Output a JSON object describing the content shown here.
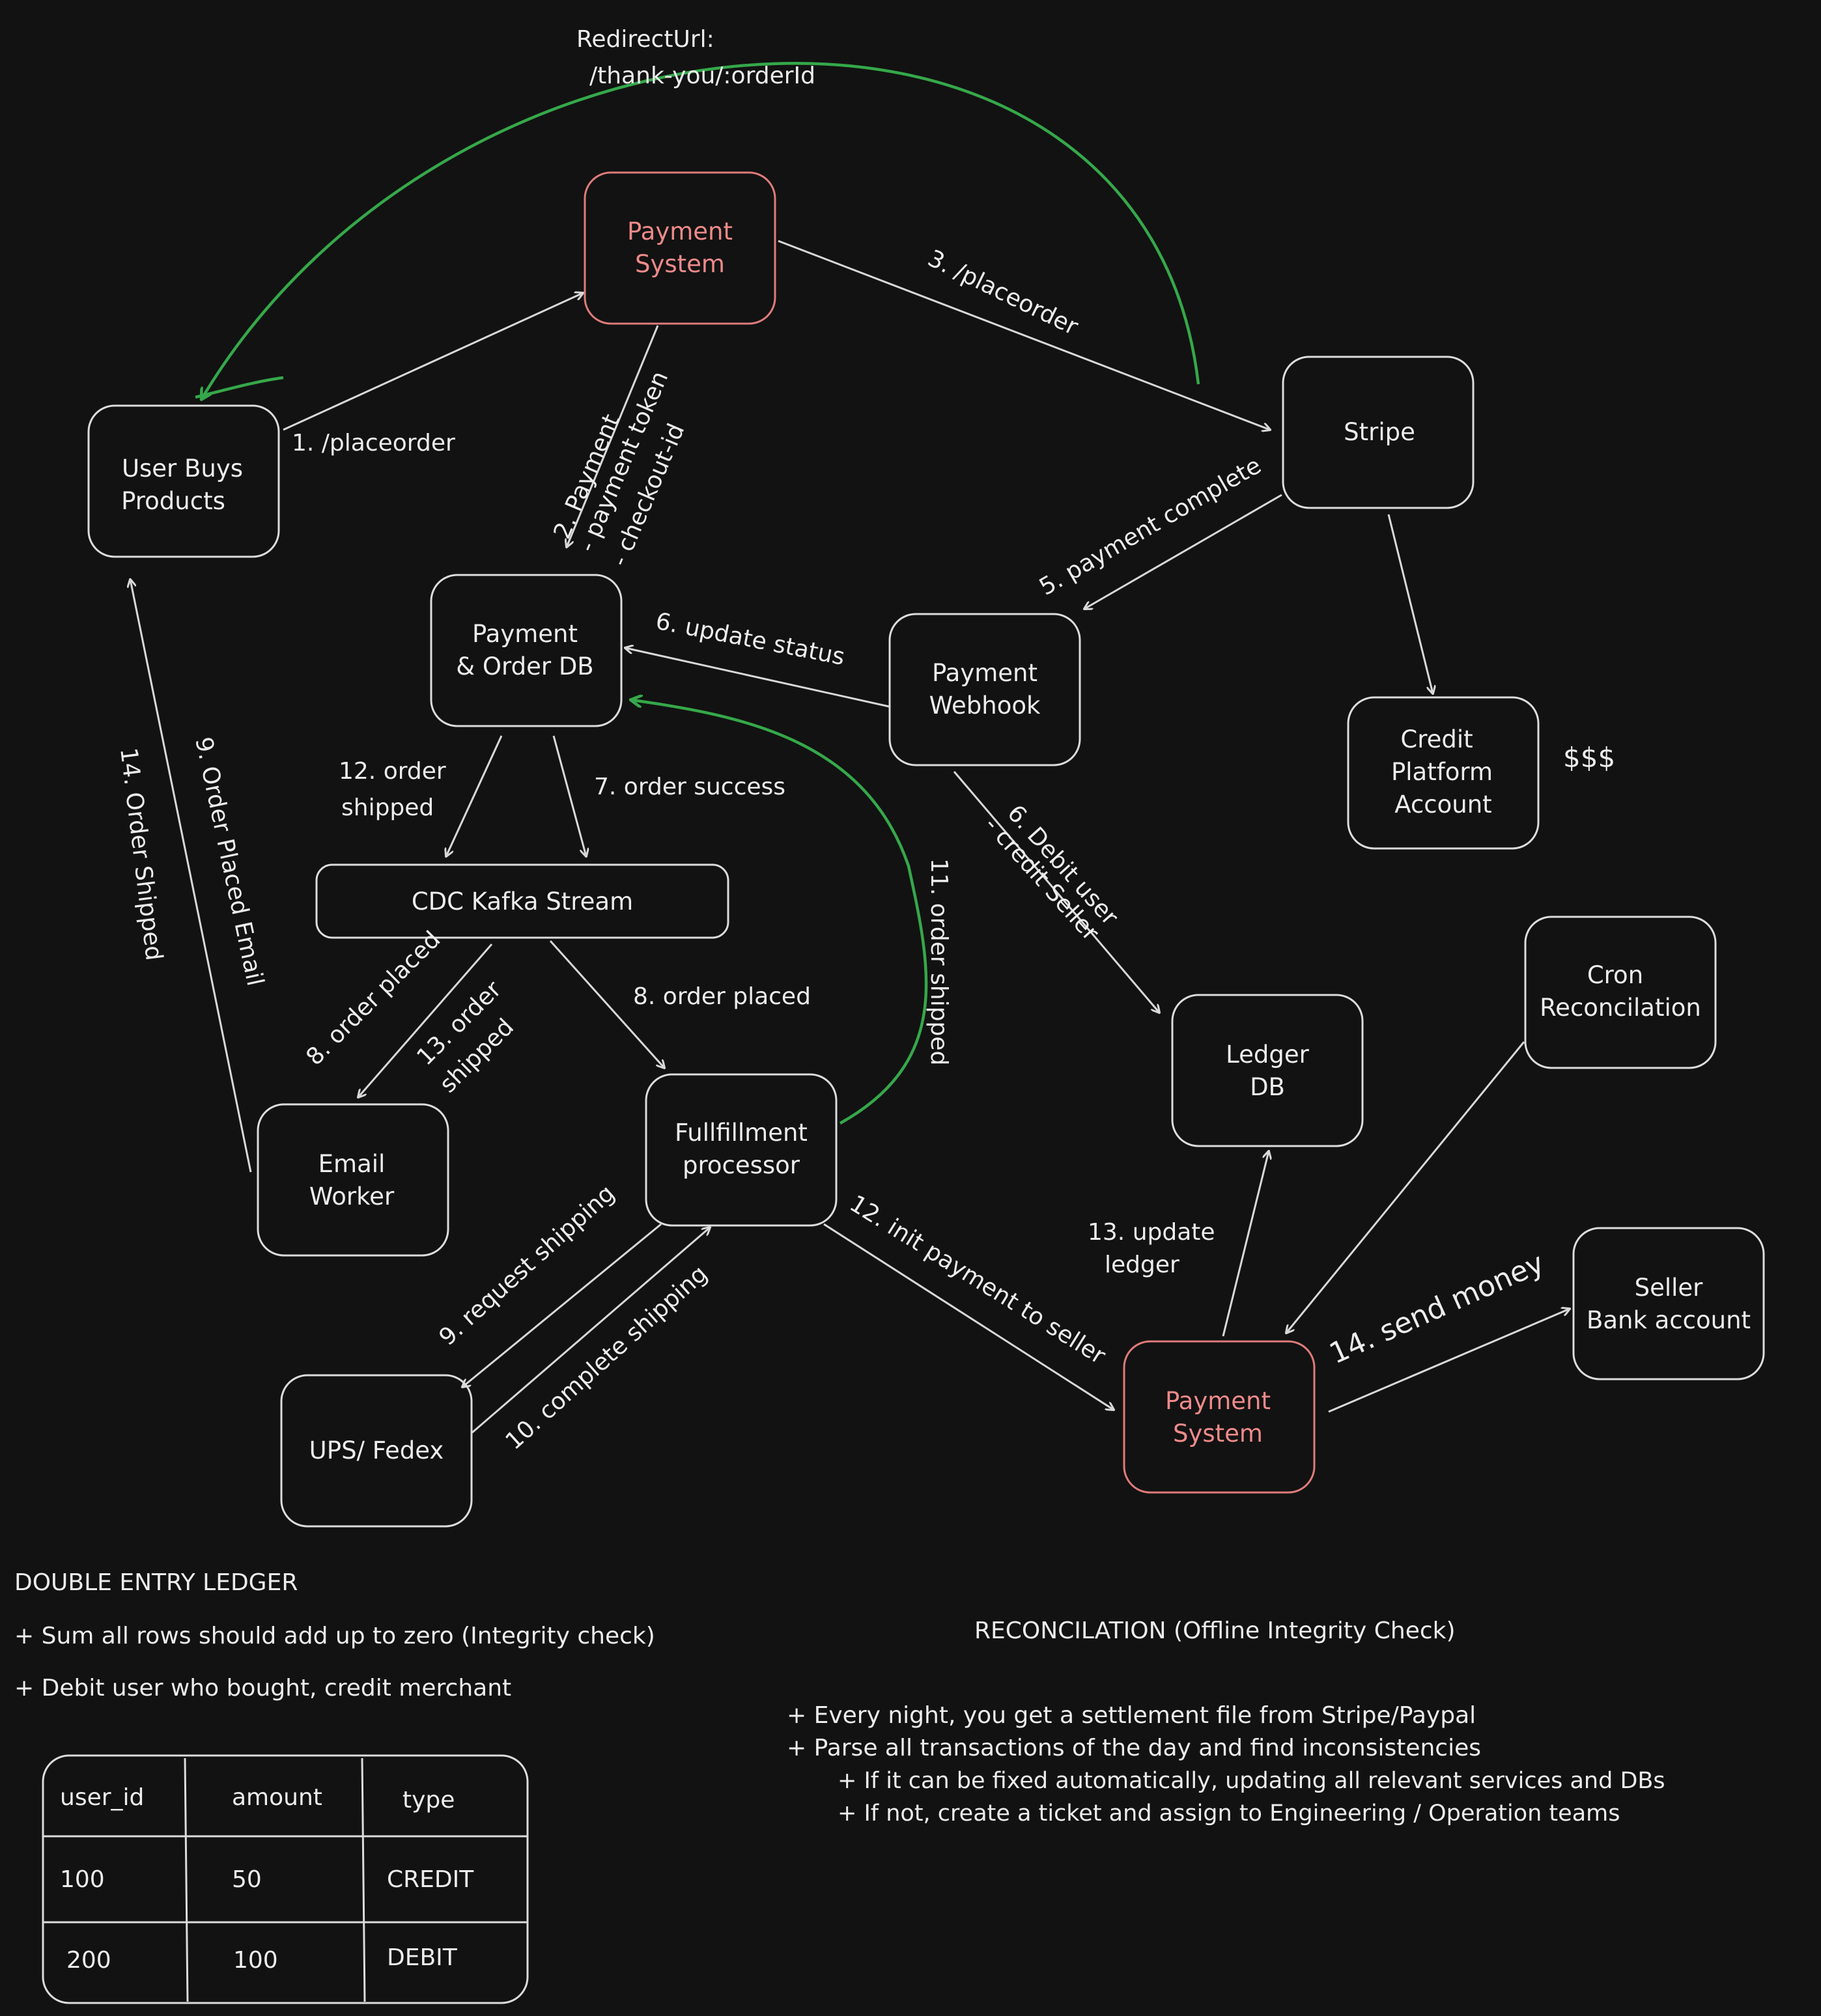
{
  "nodes": {
    "payment_system_top": [
      "Payment",
      "System"
    ],
    "user": [
      "User Buys",
      "Products"
    ],
    "stripe": [
      "Stripe"
    ],
    "order_db": [
      "Payment",
      "& Order DB"
    ],
    "webhook": [
      "Payment",
      "Webhook"
    ],
    "credit_platform": [
      "Credit",
      "Platform",
      "Account"
    ],
    "kafka": [
      "CDC Kafka Stream"
    ],
    "ledger_db": [
      "Ledger",
      "DB"
    ],
    "cron": [
      "Cron",
      "Reconcilation"
    ],
    "email_worker": [
      "Email",
      "Worker"
    ],
    "fulfillment": [
      "Fullfillment",
      "processor"
    ],
    "seller_bank": [
      "Seller",
      "Bank account"
    ],
    "ups": [
      "UPS/ Fedex"
    ],
    "payment_system_bottom": [
      "Payment",
      "System"
    ]
  },
  "money_symbol": "$$$",
  "edges": {
    "redirect_url": [
      "RedirectUrl:",
      "/thank-you/:orderId"
    ],
    "e1": "1. /placeorder",
    "e2": [
      "2. Payment",
      "- payment token",
      "- checkout-id"
    ],
    "e3": "3. /placeorder",
    "e5": "5. payment complete",
    "e6_status": "6. update status",
    "e6_debit": [
      "6. Debit user",
      "- credit Seller"
    ],
    "e7": "7. order success",
    "e8_email": "8. order placed",
    "e8_fulfil": "8. order placed",
    "e9_email": "9. Order Placed Email",
    "e9_ship": "9. request shipping",
    "e10": "10. complete shipping",
    "e11": "11. order shipped",
    "e12_shipped": [
      "12. order",
      "shipped"
    ],
    "e12_pay": "12. init payment to seller",
    "e13_email": [
      "13. order",
      "shipped"
    ],
    "e13_ledger": [
      "13. update",
      "ledger"
    ],
    "e14_user": "14. Order Shipped",
    "e14_money": "14. send money"
  },
  "ledger_notes": {
    "title": "DOUBLE ENTRY LEDGER",
    "points": [
      "+ Sum all rows should add up to zero (Integrity check)",
      "+ Debit user who bought, credit merchant"
    ]
  },
  "ledger_table": {
    "headers": [
      "user_id",
      "amount",
      "type"
    ],
    "rows": [
      [
        "100",
        "50",
        "CREDIT"
      ],
      [
        "200",
        "100",
        "DEBIT"
      ]
    ]
  },
  "reconciliation": {
    "title": "RECONCILATION (Offline Integrity Check)",
    "points": [
      "+ Every night, you get a settlement file from Stripe/Paypal",
      "+ Parse all transactions of the day and find inconsistencies",
      "+ If it can be fixed automatically, updating all relevant services and DBs",
      "+ If not, create a ticket and assign to Engineering / Operation teams"
    ]
  },
  "colors": {
    "background": "#121212",
    "stroke": "#dcdcdc",
    "payment_system": "#e07b7b",
    "redirect_arrow": "#35a84a"
  }
}
